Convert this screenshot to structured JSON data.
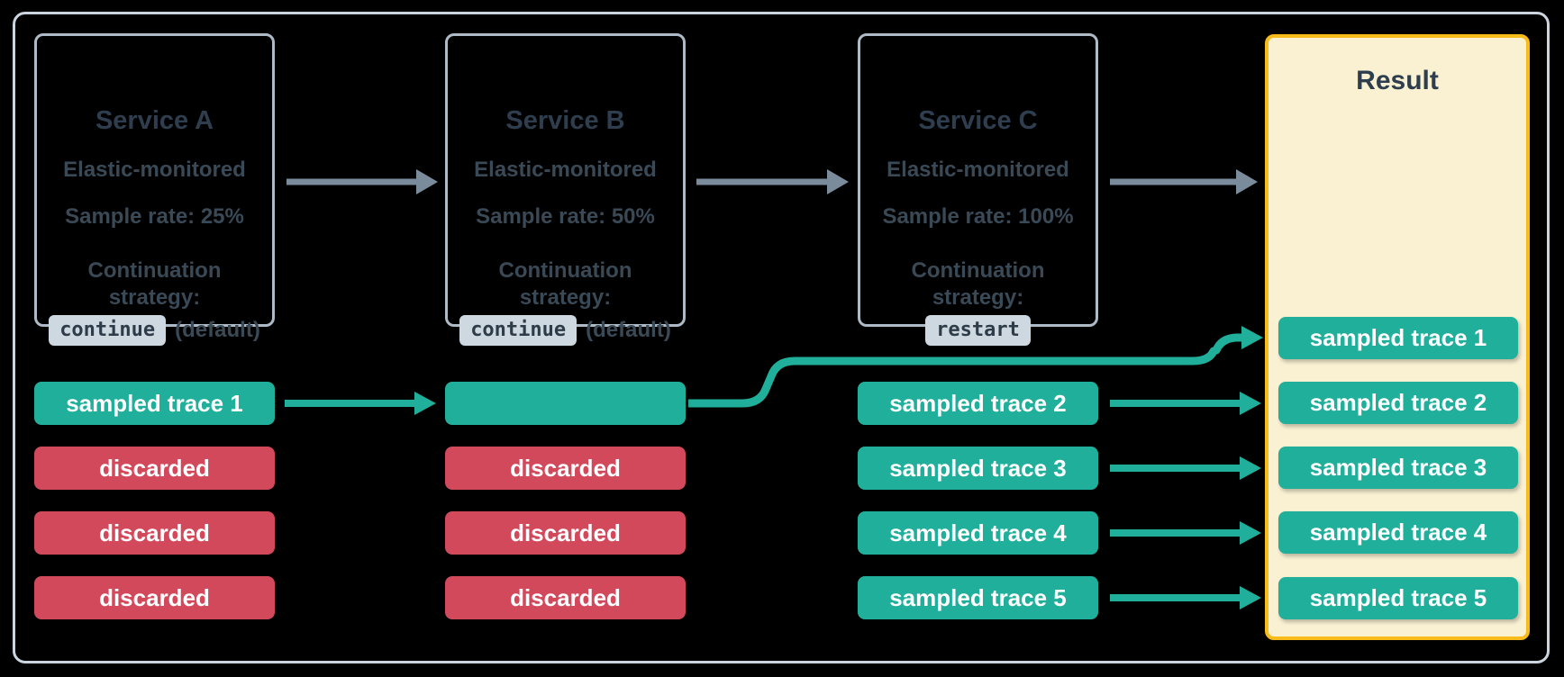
{
  "diagram": {
    "services": [
      {
        "title": "Service A",
        "subtitle": "Elastic-monitored",
        "sample_rate": "Sample rate: 25%",
        "continuation_label": "Continuation strategy:",
        "strategy_value": "continue",
        "strategy_note": "(default)"
      },
      {
        "title": "Service B",
        "subtitle": "Elastic-monitored",
        "sample_rate": "Sample rate: 50%",
        "continuation_label": "Continuation strategy:",
        "strategy_value": "continue",
        "strategy_note": "(default)"
      },
      {
        "title": "Service C",
        "subtitle": "Elastic-monitored",
        "sample_rate": "Sample rate: 100%",
        "continuation_label": "Continuation strategy:",
        "strategy_value": "restart",
        "strategy_note": ""
      }
    ],
    "trace_columns": [
      {
        "service": "Service A",
        "rows": [
          {
            "label": "sampled trace 1",
            "type": "sampled"
          },
          {
            "label": "discarded",
            "type": "discarded"
          },
          {
            "label": "discarded",
            "type": "discarded"
          },
          {
            "label": "discarded",
            "type": "discarded"
          }
        ]
      },
      {
        "service": "Service B",
        "rows": [
          {
            "label": "",
            "type": "sampled"
          },
          {
            "label": "discarded",
            "type": "discarded"
          },
          {
            "label": "discarded",
            "type": "discarded"
          },
          {
            "label": "discarded",
            "type": "discarded"
          }
        ]
      },
      {
        "service": "Service C",
        "rows": [
          {
            "label": "sampled trace 2",
            "type": "sampled"
          },
          {
            "label": "sampled trace 3",
            "type": "sampled"
          },
          {
            "label": "sampled trace 4",
            "type": "sampled"
          },
          {
            "label": "sampled trace 5",
            "type": "sampled"
          }
        ]
      }
    ],
    "result": {
      "title": "Result",
      "rows": [
        {
          "label": "sampled trace 1",
          "type": "sampled"
        },
        {
          "label": "sampled trace 2",
          "type": "sampled"
        },
        {
          "label": "sampled trace 3",
          "type": "sampled"
        },
        {
          "label": "sampled trace 4",
          "type": "sampled"
        },
        {
          "label": "sampled trace 5",
          "type": "sampled"
        }
      ]
    },
    "arrows": {
      "service_flow": [
        {
          "from": "Service A",
          "to": "Service B",
          "color": "#7A8B9B"
        },
        {
          "from": "Service B",
          "to": "Service C",
          "color": "#7A8B9B"
        },
        {
          "from": "Service C",
          "to": "Result",
          "color": "#7A8B9B"
        }
      ],
      "trace_flow": [
        {
          "from": "Service A sampled trace 1",
          "to": "Service B trace",
          "color": "#20AF9B",
          "style": "straight"
        },
        {
          "from": "Service B trace",
          "to": "Result sampled trace 1",
          "color": "#20AF9B",
          "style": "curved"
        },
        {
          "from": "Service C sampled trace 2",
          "to": "Result sampled trace 2",
          "color": "#20AF9B",
          "style": "straight"
        },
        {
          "from": "Service C sampled trace 3",
          "to": "Result sampled trace 3",
          "color": "#20AF9B",
          "style": "straight"
        },
        {
          "from": "Service C sampled trace 4",
          "to": "Result sampled trace 4",
          "color": "#20AF9B",
          "style": "straight"
        },
        {
          "from": "Service C sampled trace 5",
          "to": "Result sampled trace 5",
          "color": "#20AF9B",
          "style": "straight"
        }
      ]
    },
    "colors": {
      "background": "#000000",
      "frame_border": "#CBD5DF",
      "service_box_border": "#AEBAC5",
      "title_text": "#2F3E4E",
      "body_text": "#3A4956",
      "badge_background": "#CDD8E1",
      "sampled_teal": "#20AF9B",
      "discarded_red": "#D3495C",
      "result_border_yellow": "#F8BC1A",
      "result_fill_cream": "#FAF1D3",
      "flow_arrow_gray": "#7A8B9B",
      "pill_text": "#FFFFFF"
    }
  }
}
